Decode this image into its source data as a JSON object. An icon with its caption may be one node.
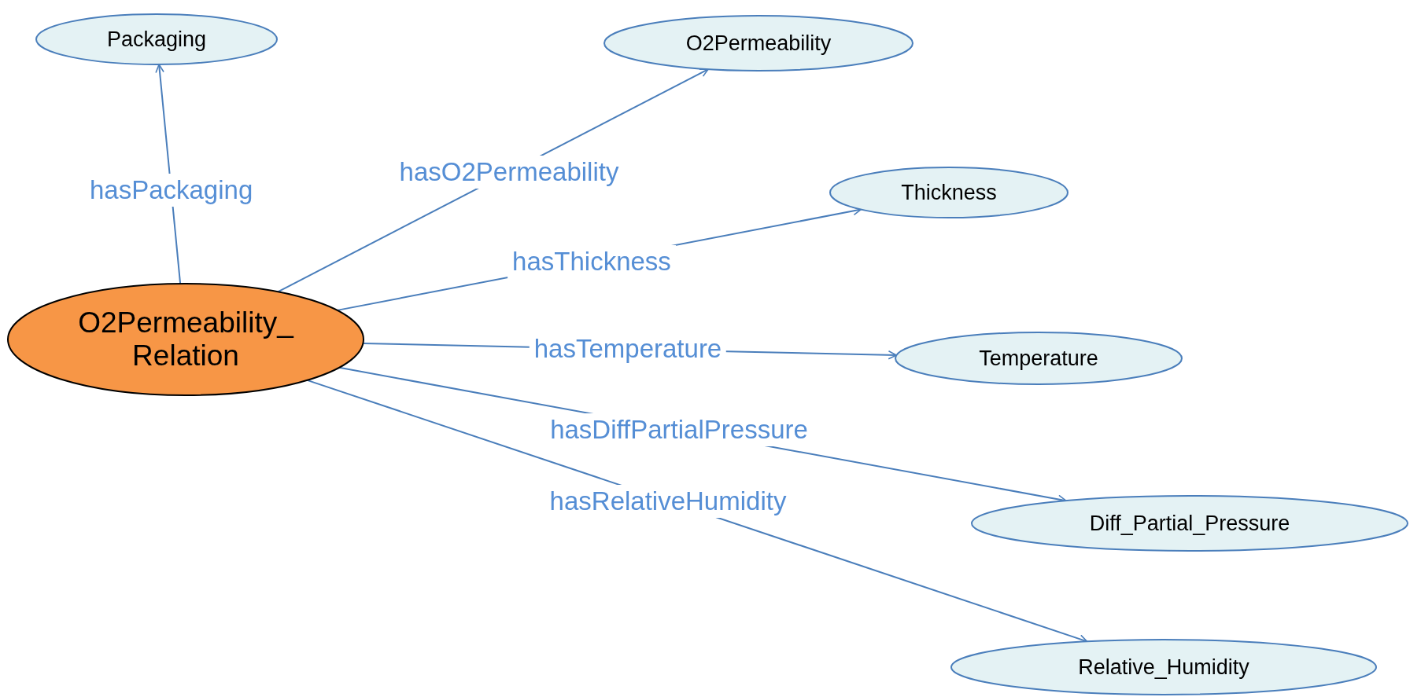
{
  "diagram": {
    "nodes": [
      {
        "text": [
          "O2Permeability_ Relation"
        ]
      },
      {
        "text": [
          "Packaging"
        ]
      },
      {
        "text": [
          "O2Permeability"
        ]
      },
      {
        "text": [
          "Thickness"
        ]
      },
      {
        "text": [
          "Temperature"
        ]
      },
      {
        "text": [
          "Diff_Partial_Pressure"
        ]
      },
      {
        "text": [
          "Relative_Humidity"
        ]
      }
    ],
    "edges": [
      {
        "from": 0,
        "to": 1,
        "arrow": "to",
        "label": "hasPackaging"
      },
      {
        "from": 0,
        "to": 2,
        "arrow": "to",
        "label": "hasO2Permeability"
      },
      {
        "from": 0,
        "to": 3,
        "arrow": "to",
        "label": "hasThickness"
      },
      {
        "from": 0,
        "to": 4,
        "arrow": "to",
        "label": "hasTemperature"
      },
      {
        "from": 0,
        "to": 5,
        "arrow": "to",
        "label": "hasDiffPartialPressure"
      },
      {
        "from": 0,
        "to": 6,
        "arrow": "to",
        "label": "hasRelativeHumidity"
      }
    ]
  }
}
